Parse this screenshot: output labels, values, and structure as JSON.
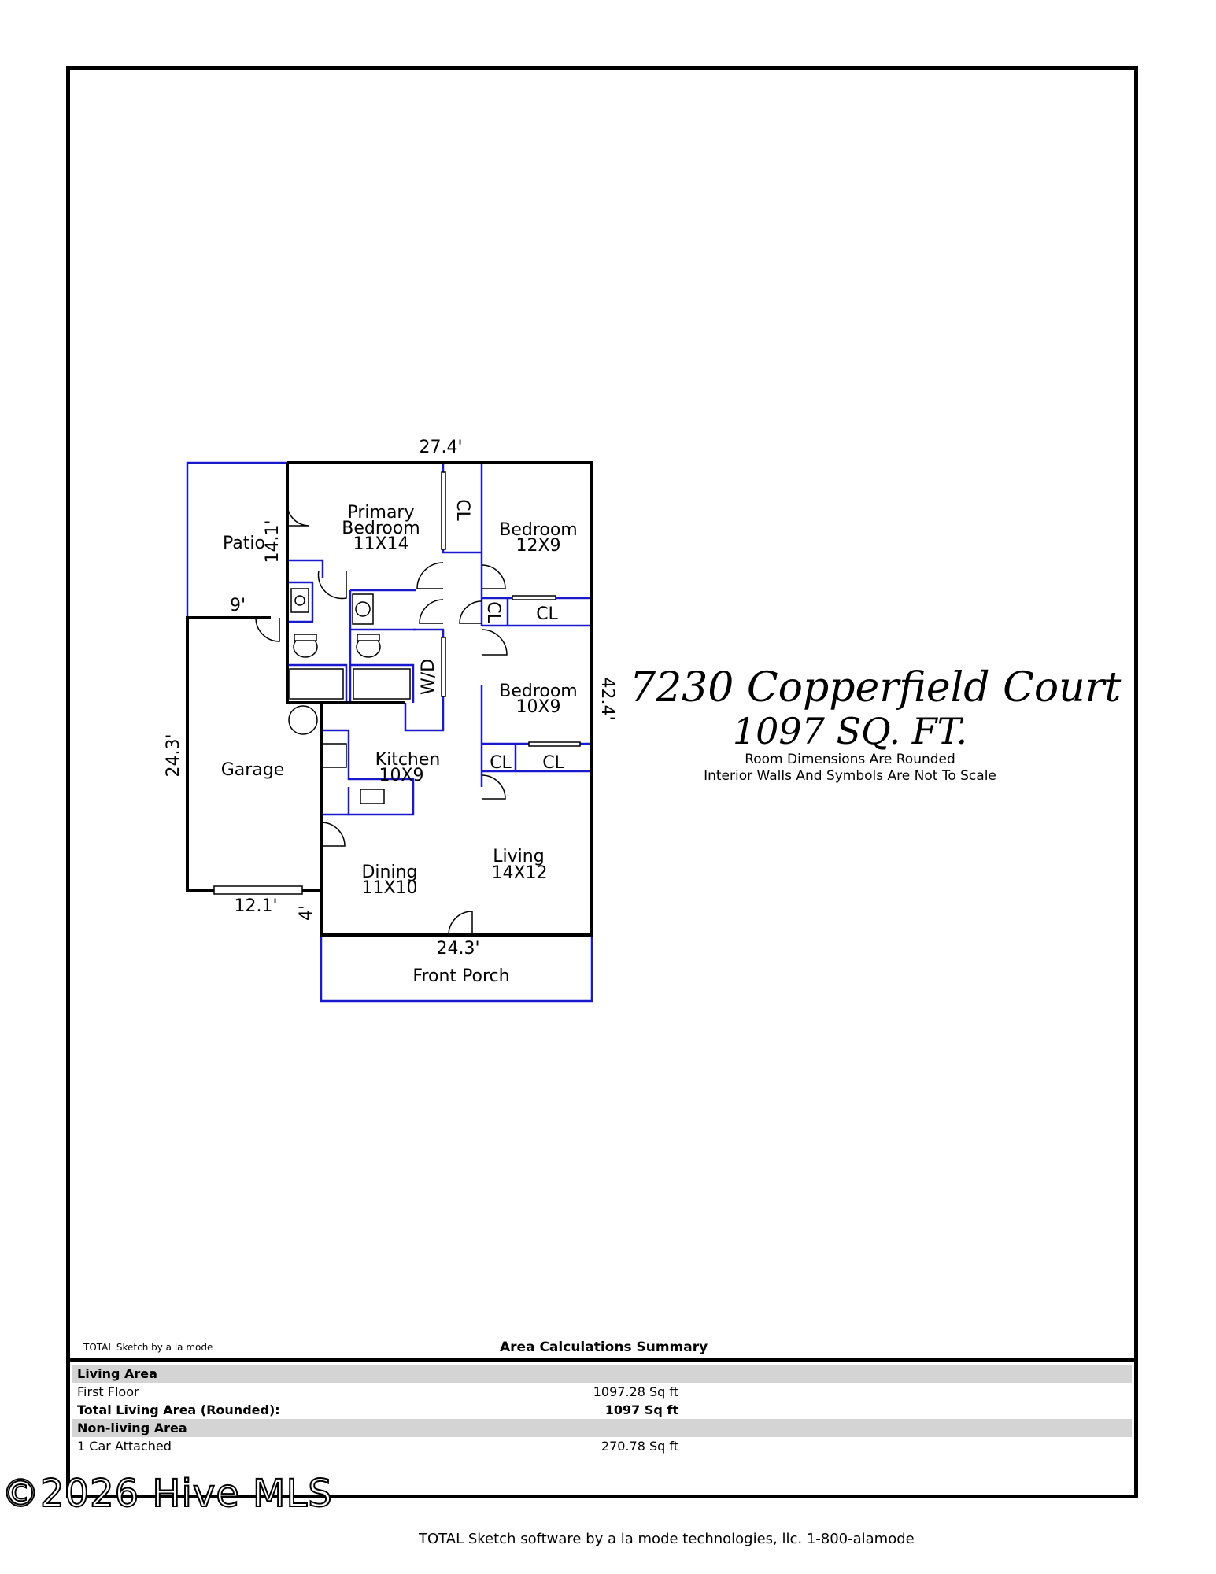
{
  "title": {
    "address": "7230 Copperfield Court",
    "sqft": "1097 SQ. FT.",
    "note1": "Room Dimensions Are Rounded",
    "note2": "Interior Walls And Symbols Are Not To Scale"
  },
  "rooms": {
    "patio": "Patio",
    "primary_bedroom": [
      "Primary",
      "Bedroom",
      "11X14"
    ],
    "bedroom1": [
      "Bedroom",
      "12X9"
    ],
    "bedroom2": [
      "Bedroom",
      "10X9"
    ],
    "kitchen": [
      "Kitchen",
      "10X9"
    ],
    "dining": [
      "Dining",
      "11X10"
    ],
    "living": [
      "Living",
      "14X12"
    ],
    "garage": "Garage",
    "front_porch": "Front Porch",
    "cl": "CL",
    "wd": "W/D"
  },
  "dimensions": {
    "top": "27.4'",
    "right": "42.4'",
    "patio_h": "14.1'",
    "patio_w": "9'",
    "garage_h": "24.3'",
    "garage_w": "12.1'",
    "offset": "4'",
    "porch_w": "24.3'"
  },
  "credits": {
    "sketch": "TOTAL Sketch by a la mode",
    "footer": "TOTAL Sketch software by a la mode technologies, llc. 1-800-alamode",
    "watermark": "©2026 Hive MLS"
  },
  "area_summary": {
    "title": "Area Calculations Summary",
    "rows": [
      {
        "label": "Living Area",
        "value": "",
        "bold": true,
        "shade": true
      },
      {
        "label": "First Floor",
        "value": "1097.28 Sq ft",
        "bold": false,
        "shade": false
      },
      {
        "label": "Total Living Area (Rounded):",
        "value": "1097 Sq ft",
        "bold": true,
        "shade": false
      },
      {
        "label": "Non-living Area",
        "value": "",
        "bold": true,
        "shade": true
      },
      {
        "label": "1 Car Attached",
        "value": "270.78 Sq ft",
        "bold": false,
        "shade": false
      }
    ]
  },
  "colors": {
    "wall": "#000000",
    "inner_wall": "#1a1acc"
  }
}
